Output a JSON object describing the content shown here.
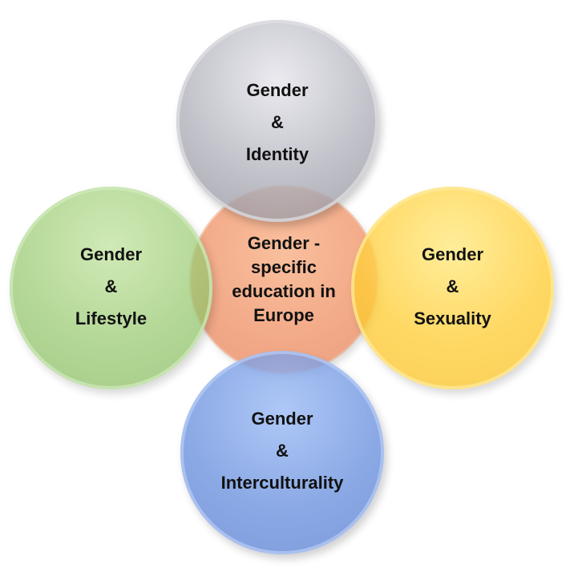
{
  "diagram": {
    "center": {
      "lines": [
        "Gender -",
        "specific",
        "education in",
        "Europe"
      ],
      "color": "#F0A070"
    },
    "top": {
      "lines": [
        "Gender",
        "&",
        "Identity"
      ],
      "color": "#BDBDC4"
    },
    "left": {
      "lines": [
        "Gender",
        "&",
        "Lifestyle"
      ],
      "color": "#9CCB73"
    },
    "right": {
      "lines": [
        "Gender",
        "&",
        "Sexuality"
      ],
      "color": "#FFD246"
    },
    "bottom": {
      "lines": [
        "Gender",
        "&",
        "Interculturality"
      ],
      "color": "#7197E0"
    }
  }
}
